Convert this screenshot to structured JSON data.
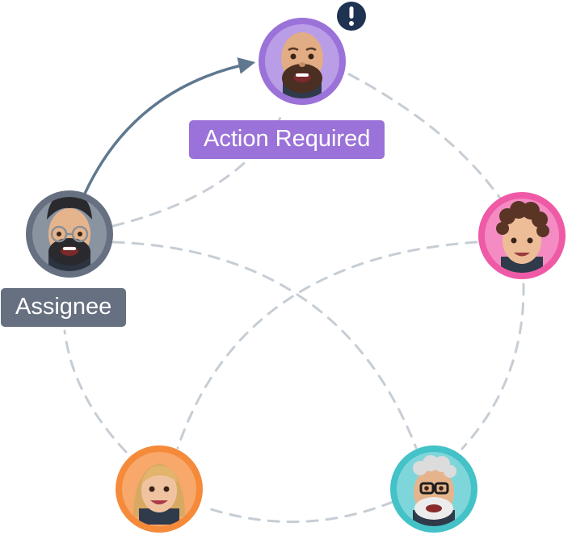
{
  "labels": {
    "action_required": "Action Required",
    "assignee": "Assignee"
  },
  "nodes": [
    {
      "id": "top",
      "role": "action-required",
      "ring_color": "#9b72d9",
      "face": "bald-bearded-man"
    },
    {
      "id": "left",
      "role": "assignee",
      "ring_color": "#667080",
      "face": "glasses-bearded-man"
    },
    {
      "id": "right",
      "role": "member",
      "ring_color": "#ef5aa6",
      "face": "curly-hair-boy"
    },
    {
      "id": "bottom-left",
      "role": "member",
      "ring_color": "#f58a3a",
      "face": "blonde-woman"
    },
    {
      "id": "bottom-right",
      "role": "member",
      "ring_color": "#43c2c7",
      "face": "grey-hair-glasses-man"
    }
  ],
  "colors": {
    "dashed_edge": "#c6cdd4",
    "assign_arrow": "#5f788f",
    "alert_badge": "#1e3252",
    "label_action": "#9b72d9",
    "label_assignee": "#667080"
  },
  "badge": {
    "symbol": "!",
    "icon": "alert-exclamation-icon"
  }
}
